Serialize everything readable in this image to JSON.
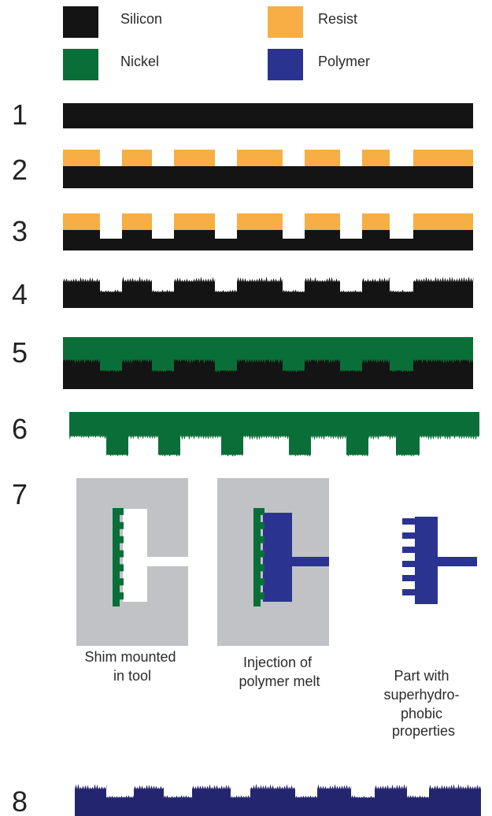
{
  "colors": {
    "silicon": "#141414",
    "resist": "#f6ae45",
    "nickel": "#0a6e38",
    "polymer": "#2b3391",
    "polymer_dark": "#23266e",
    "tool": "#c0c2c5",
    "background": "#ffffff"
  },
  "legend": {
    "silicon": "Silicon",
    "resist": "Resist",
    "nickel": "Nickel",
    "polymer": "Polymer"
  },
  "steps": {
    "s1": "1",
    "s2": "2",
    "s3": "3",
    "s4": "4",
    "s5": "5",
    "s6": "6",
    "s7": "7",
    "s8": "8"
  },
  "captions": {
    "shim": [
      "Shim mounted",
      "in tool"
    ],
    "injection": [
      "Injection of",
      "polymer melt"
    ],
    "part": [
      "Part with",
      "superhydro-",
      "phobic",
      "properties"
    ]
  }
}
